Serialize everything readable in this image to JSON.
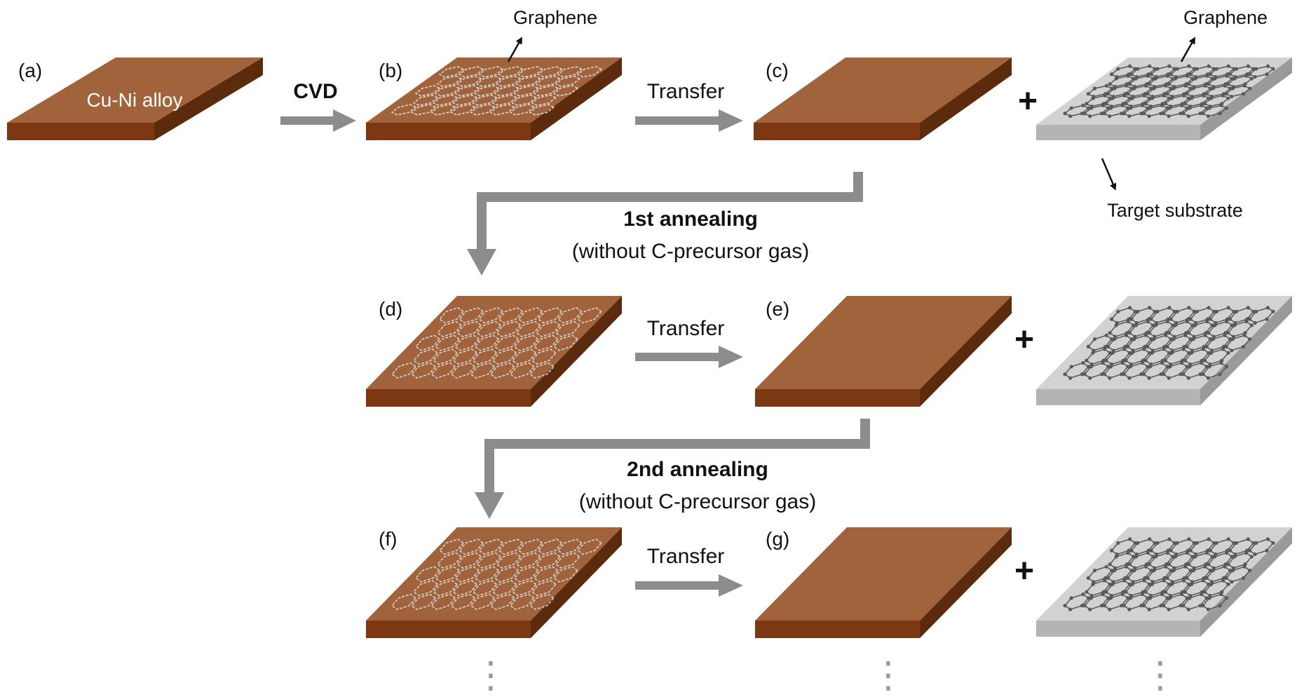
{
  "labels": {
    "a": "(a)",
    "b": "(b)",
    "c": "(c)",
    "d": "(d)",
    "e": "(e)",
    "f": "(f)",
    "g": "(g)"
  },
  "substrate_text": "Cu-Ni alloy",
  "graphene_label": "Graphene",
  "target_label": "Target substrate",
  "cvd_label": "CVD",
  "transfer_label": "Transfer",
  "plus_sign": "+",
  "anneal1": {
    "title": "1st annealing",
    "subtitle": "(without C-precursor gas)"
  },
  "anneal2": {
    "title": "2nd annealing",
    "subtitle": "(without C-precursor gas)"
  },
  "ellipsis": "⋮",
  "colors": {
    "copper_top": "#A0633B",
    "copper_front": "#7B3812",
    "copper_side": "#5C2A0D",
    "substrate_top": "#D2D2D2",
    "substrate_front": "#B4B4B4",
    "substrate_side": "#9A9A9A",
    "graphene_on_copper": "#D4D4D4",
    "graphene_on_substrate": "#5A5A5A",
    "arrow": "#8C8C8C"
  }
}
